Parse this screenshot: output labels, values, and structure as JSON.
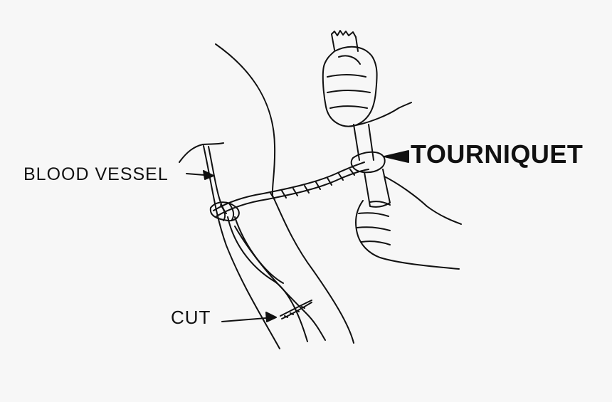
{
  "labels": {
    "blood_vessel": "BLOOD VESSEL",
    "cut": "CUT",
    "tourniquet": "TOURNIQUET"
  },
  "colors": {
    "background": "#f7f7f7",
    "ink": "#111111"
  }
}
